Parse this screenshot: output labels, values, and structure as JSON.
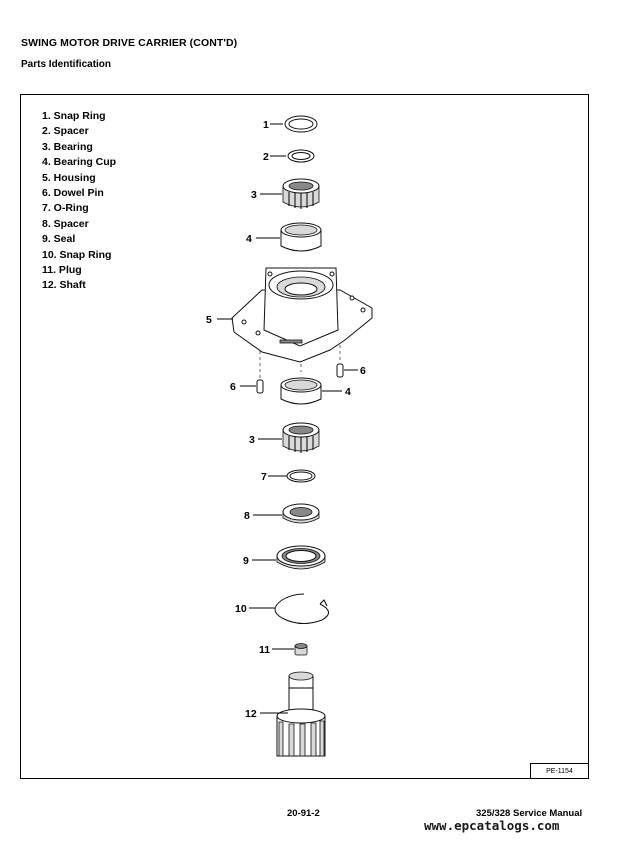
{
  "header": {
    "section_title": "SWING MOTOR DRIVE CARRIER (CONT'D)",
    "subtitle": "Parts Identification"
  },
  "parts": [
    "1. Snap Ring",
    "2. Spacer",
    "3. Bearing",
    "4. Bearing Cup",
    "5. Housing",
    "6. Dowel Pin",
    "7. O-Ring",
    "8. Spacer",
    "9. Seal",
    "10. Snap Ring",
    "11. Plug",
    "12. Shaft"
  ],
  "callouts": {
    "c1": "1",
    "c2": "2",
    "c3a": "3",
    "c4a": "4",
    "c5": "5",
    "c6a": "6",
    "c6b": "6",
    "c4b": "4",
    "c3b": "3",
    "c7": "7",
    "c8": "8",
    "c9": "9",
    "c10": "10",
    "c11": "11",
    "c12": "12"
  },
  "figure_ref": "PE-1154",
  "footer": {
    "page_number": "20-91-2",
    "manual_title": "325/328 Service Manual",
    "watermark": "www.epcatalogs.com"
  }
}
